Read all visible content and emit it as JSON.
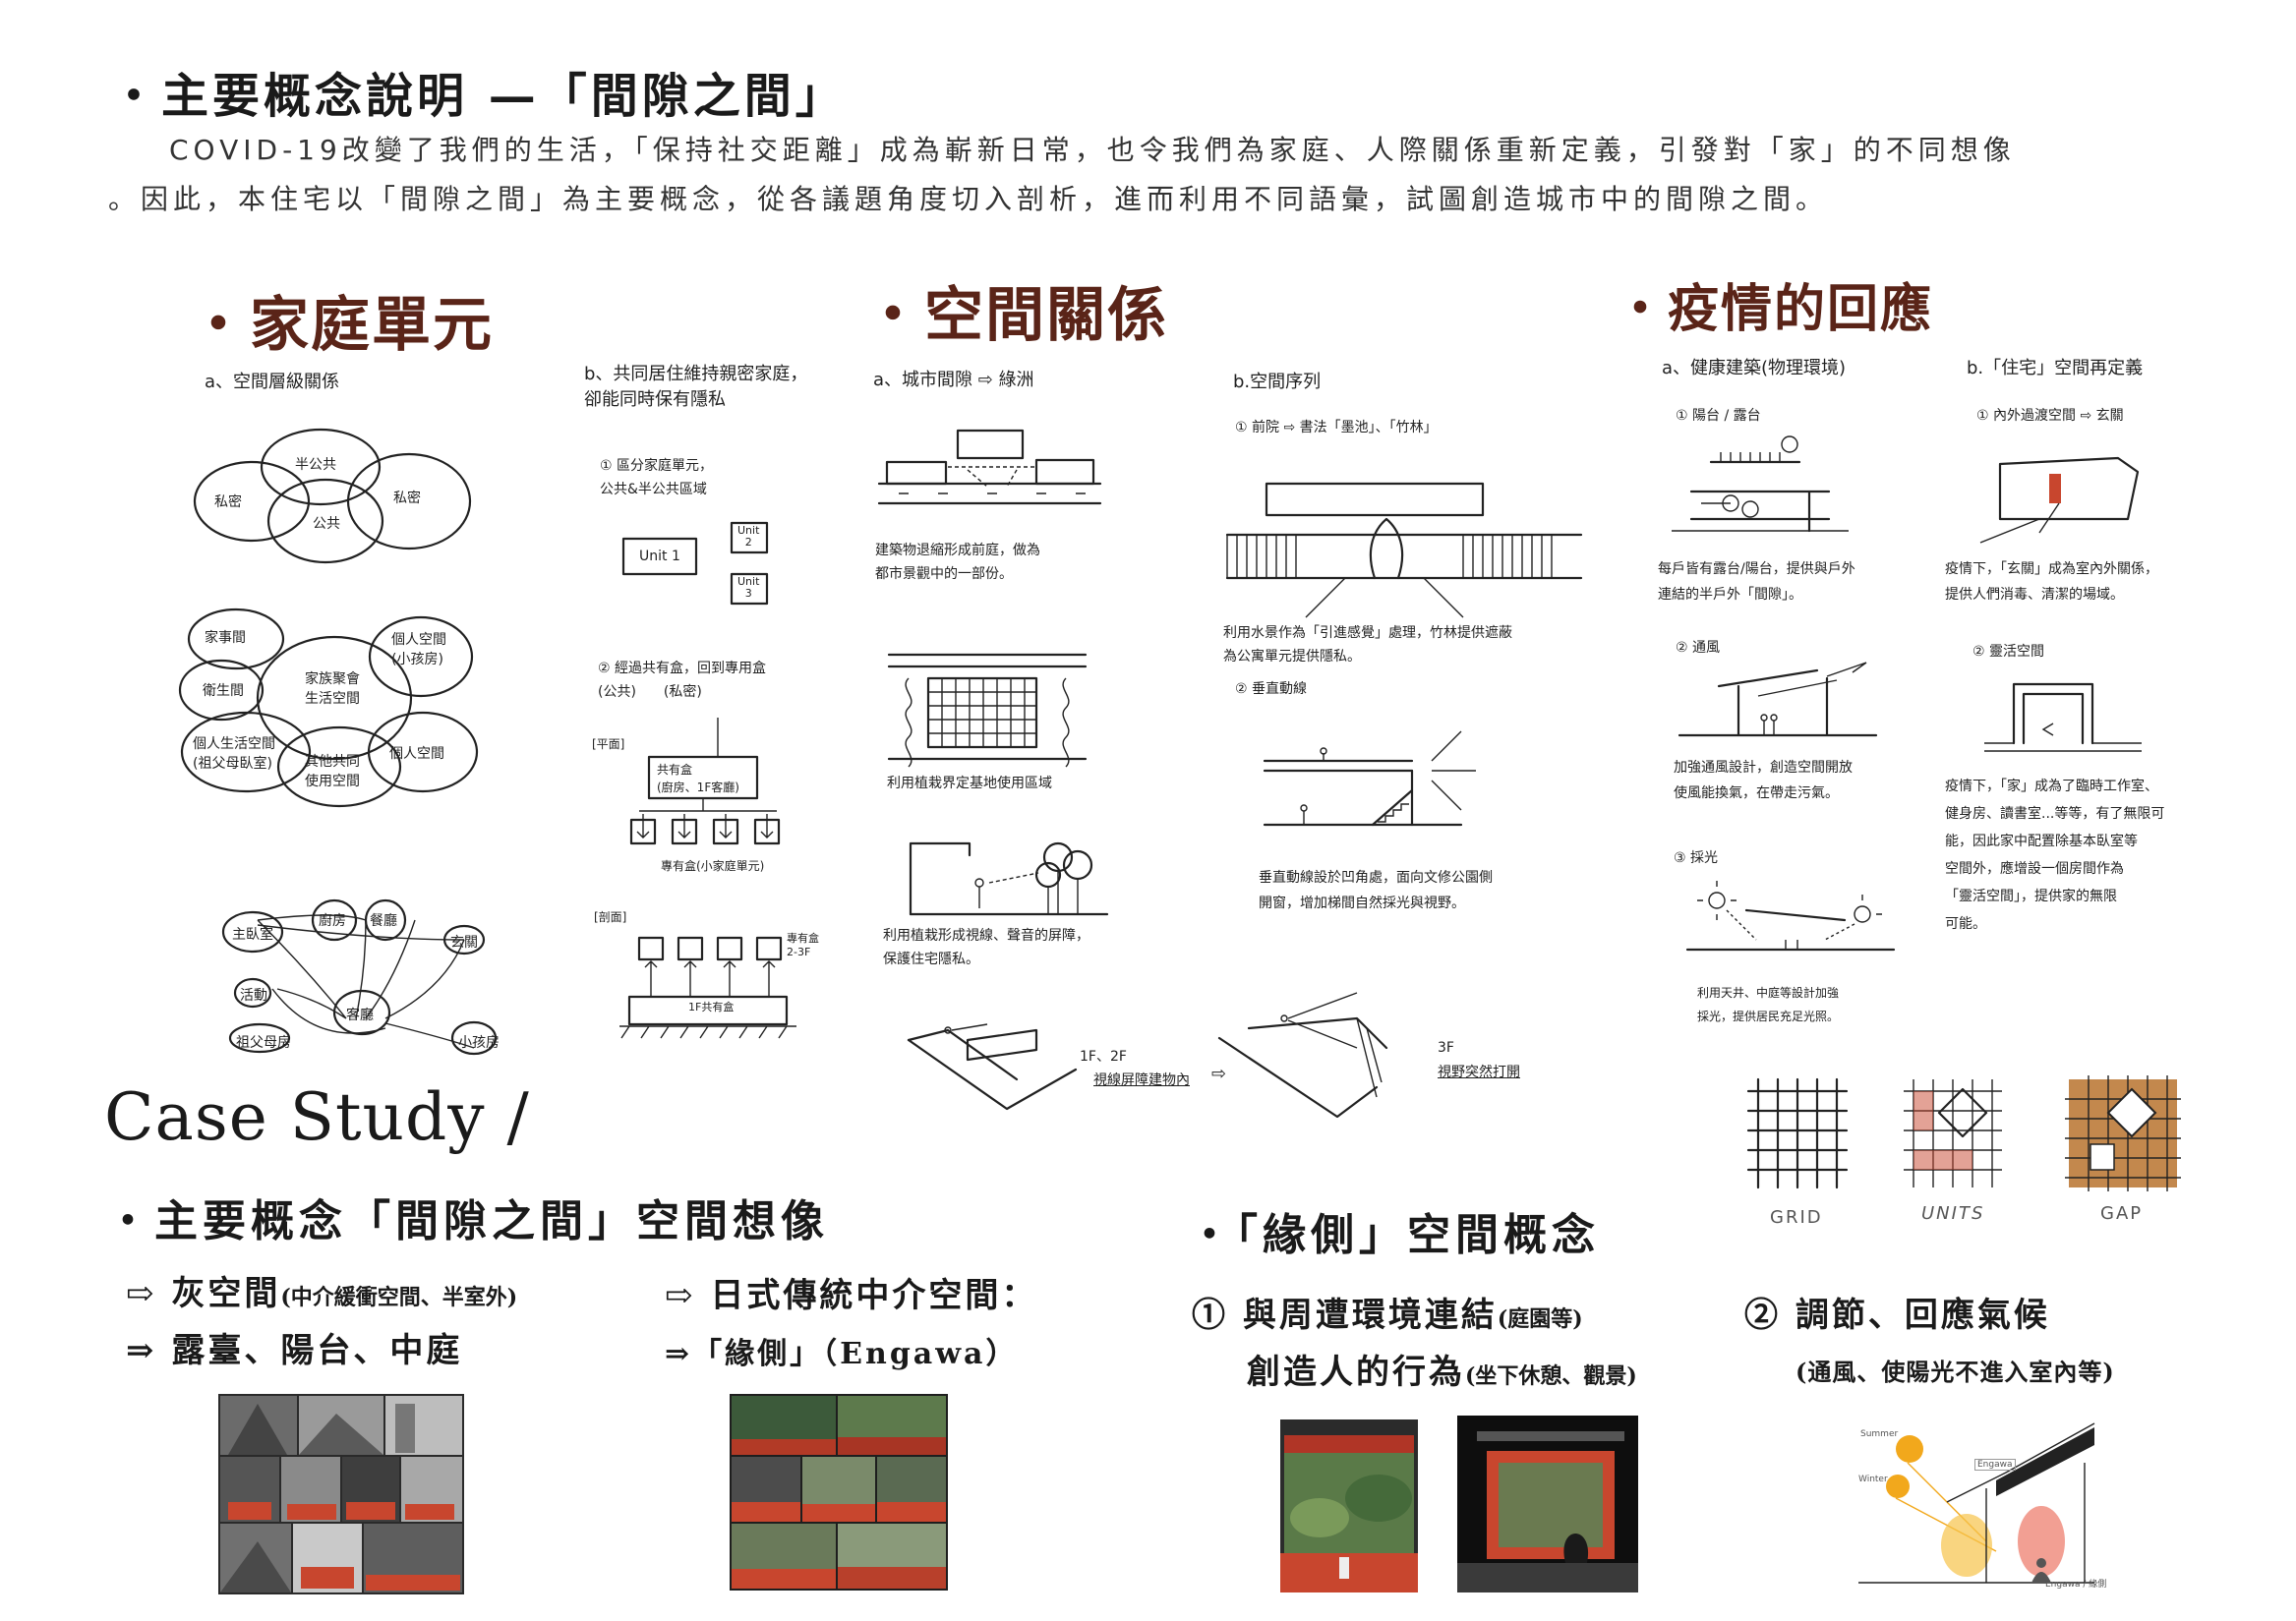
{
  "main_title": "・主要概念說明 —「間隙之間」",
  "intro": {
    "line1": "COVID-19改變了我們的生活，「保持社交距離」成為嶄新日常，也令我們為家庭、人際關係重新定義，引發對「家」的不同想像",
    "line2": "。因此，本住宅以「間隙之間」為主要概念，從各議題角度切入剖析，進而利用不同語彙，試圖創造城市中的間隙之間。"
  },
  "section_family": {
    "title": "・家庭單元",
    "a_label": "a、空間層級關係",
    "diagram1": {
      "semi_public": "半公共",
      "private_left": "私密",
      "public": "公共",
      "private_right": "私密"
    },
    "diagram2": {
      "housework": "家事間",
      "bathroom": "衛生間",
      "grandparents": "個人生活空間\n(祖父母臥室)",
      "family_life": "家族聚會\n生活空間",
      "other_shared": "其他共同\n使用空間",
      "personal_child": "個人空間\n(小孩房)",
      "personal": "個人空間"
    },
    "diagram3": {
      "master": "主臥室",
      "kitchen": "廚房",
      "dining": "餐廳",
      "activity": "活動",
      "living": "客廳",
      "entry": "玄關",
      "grand_room": "祖父母房",
      "child_room": "小孩房"
    },
    "b_label": "b、共同居住維持親密家庭，\n卻能同時保有隱私",
    "b1": "① 區分家庭單元，\n公共&半公共區域",
    "unit1": "Unit 1",
    "unit2": "Unit\n2",
    "unit3": "Unit\n3",
    "b2": "② 經過共有盒，回到專用盒\n(公共)　　(私密)",
    "plan_label": "[平面]",
    "shared_box": "共有盒\n(廚房、1F客廳)",
    "private_box": "專有盒(小家庭單元)",
    "section_label": "[剖面]",
    "private_floor": "專有盒\n2-3F",
    "shared_floor": "1F共有盒"
  },
  "section_space": {
    "title": "・空間關係",
    "a_label": "a、城市間隙 ⇨ 綠洲",
    "a_note1": "建築物退縮形成前庭，做為\n都市景觀中的一部份。",
    "a_note2": "利用植栽界定基地使用區域",
    "a_note3": "利用植栽形成視線、聲音的屏障，\n保護住宅隱私。",
    "b_label": "b.空間序列",
    "b1": "① 前院 ⇨ 書法「墨池」、「竹林」",
    "b1_note": "利用水景作為「引進感覺」處理，竹林提供遮蔽\n為公寓單元提供隱私。",
    "b2": "② 垂直動線",
    "b2_note": "垂直動線設於凹角處，面向文修公園側\n開窗，增加梯間自然採光與視野。",
    "seq1": "1F、2F",
    "seq1_note": "視線屏障建物內",
    "seq_arrow": "⇨",
    "seq2": "3F",
    "seq2_note": "視野突然打開"
  },
  "section_covid": {
    "title": "・疫情的回應",
    "a_label": "a、健康建築(物理環境)",
    "a1": "① 陽台 / 露台",
    "a1_note": "每戶皆有露台/陽台，提供與戶外\n連結的半戶外「間隙」。",
    "a2": "② 通風",
    "a2_note": "加強通風設計，創造空間開放\n使風能換氣，在帶走污氣。",
    "a3": "③ 採光",
    "a3_note": "利用天井、中庭等設計加強\n採光，提供居民充足光照。",
    "b_label": "b.「住宅」空間再定義",
    "b1": "① 內外過渡空間 ⇨ 玄關",
    "b1_note": "疫情下，「玄關」成為室內外關係，\n提供人們消毒、清潔的場域。",
    "b2": "② 靈活空間",
    "b2_note": "疫情下，「家」成為了臨時工作室、\n健身房、讀書室...等等，有了無限可\n能，因此家中配置除基本臥室等\n空間外，應增設一個房間作為\n「靈活空間」，提供家的無限\n可能。",
    "grid_labels": [
      "GRID",
      "UNITS",
      "GAP"
    ]
  },
  "case_study": {
    "heading": "Case Study /",
    "concept_title": "・主要概念「間隙之間」空間想像",
    "gray_space": "⇨ 灰空間",
    "gray_space_note": "(中介緩衝空間、半室外)",
    "gray_space_items": "⇒ 露臺、陽台、中庭",
    "japanese": "⇨ 日式傳統中介空間：",
    "engawa": "⇒「緣側」（Engawa）",
    "engawa_title": "・「緣側」空間概念",
    "point1": "① 與周遭環境連結",
    "point1_note": "(庭園等)",
    "point1b": "創造人的行為",
    "point1b_note": "(坐下休憩、觀景)",
    "point2": "② 調節、回應氣候",
    "point2_note": "(通風、使陽光不進入室內等)",
    "sun_summer": "Summer",
    "sun_winter": "Winter",
    "engawa_tag": "Engawa",
    "caption_engawa": "Engawa / 緣側"
  },
  "colors": {
    "title_brown": "#5a2418",
    "accent_red": "#c8462e",
    "ink": "#222222",
    "wood": "#b8732e"
  }
}
